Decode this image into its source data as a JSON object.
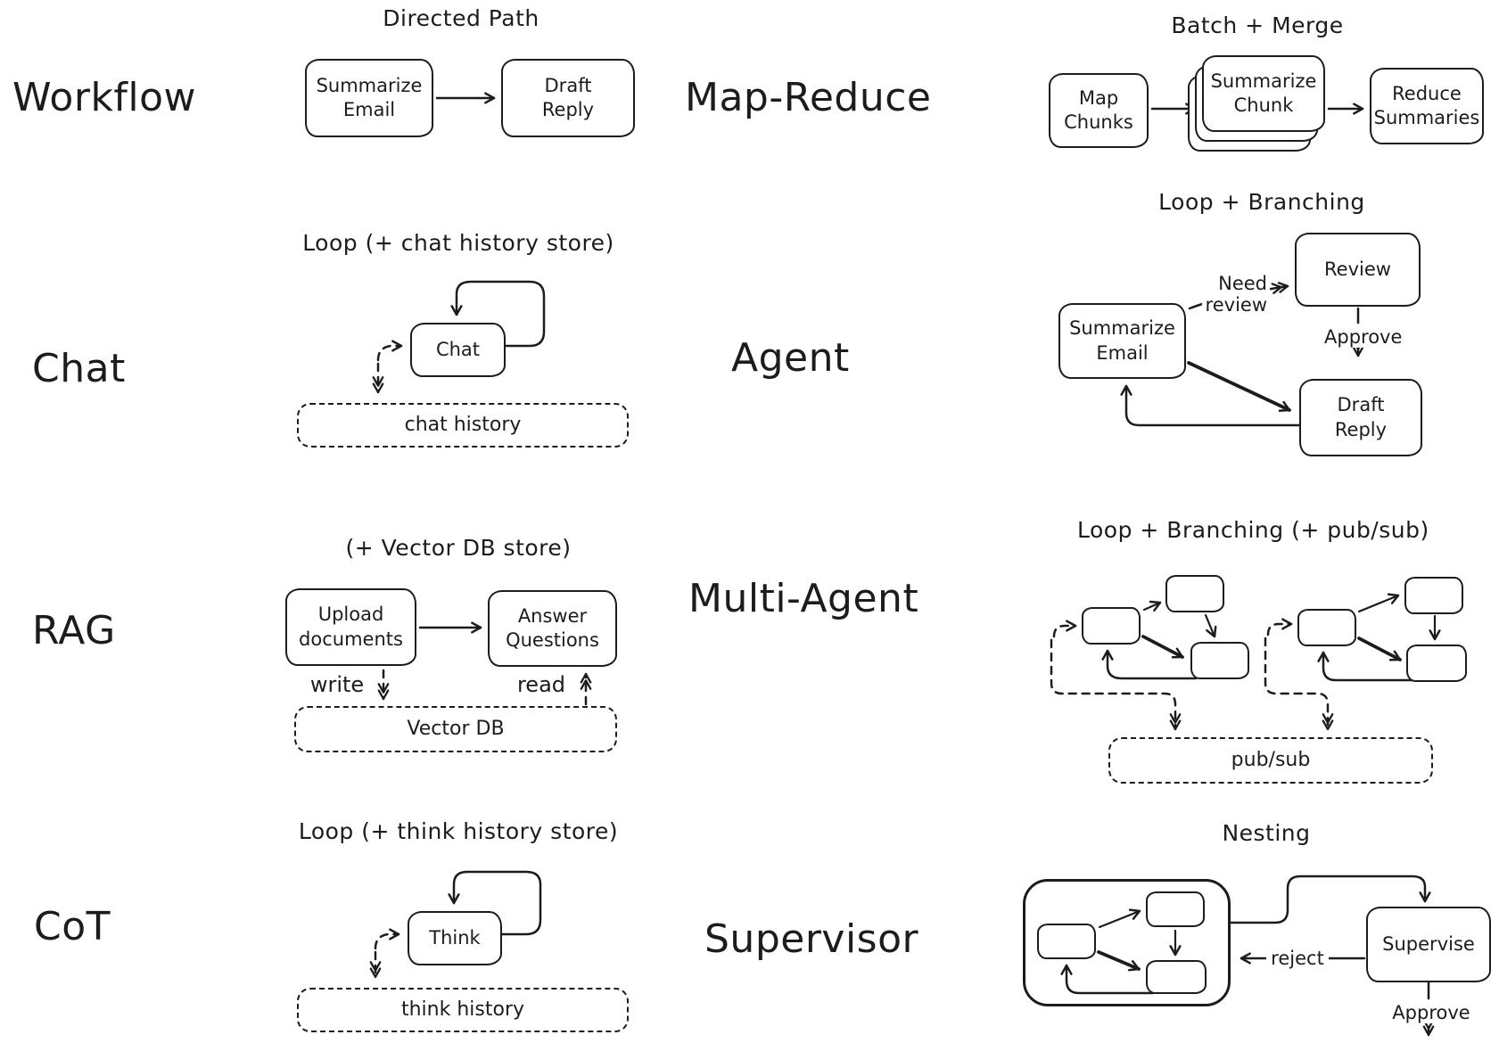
{
  "page": {
    "background": "#ffffff",
    "ink_color": "#1c1c1c"
  },
  "workflow": {
    "label": "Workflow",
    "title": "Directed Path",
    "node_summarize": "Summarize\nEmail",
    "node_draft": "Draft\nReply"
  },
  "map_reduce": {
    "label": "Map-Reduce",
    "title": "Batch + Merge",
    "node_map": "Map\nChunks",
    "node_summarize": "Summarize\nChunk",
    "node_reduce": "Reduce\nSummaries"
  },
  "chat": {
    "label": "Chat",
    "title": "Loop (+ chat history store)",
    "node_chat": "Chat",
    "store": "chat history"
  },
  "agent": {
    "label": "Agent",
    "title": "Loop + Branching",
    "node_review": "Review",
    "node_summarize": "Summarize\nEmail",
    "node_draft": "Draft\nReply",
    "edge_need_review": "Need\nreview",
    "edge_approve": "Approve"
  },
  "rag": {
    "label": "RAG",
    "title": "(+ Vector DB store)",
    "node_upload": "Upload\ndocuments",
    "node_answer": "Answer\nQuestions",
    "edge_write": "write",
    "edge_read": "read",
    "store": "Vector DB"
  },
  "multi_agent": {
    "label": "Multi-Agent",
    "title": "Loop + Branching (+ pub/sub)",
    "store": "pub/sub"
  },
  "cot": {
    "label": "CoT",
    "title": "Loop (+ think history store)",
    "node_think": "Think",
    "store": "think history"
  },
  "supervisor": {
    "label": "Supervisor",
    "title": "Nesting",
    "node_supervise": "Supervise",
    "edge_reject": "reject",
    "edge_approve": "Approve"
  }
}
